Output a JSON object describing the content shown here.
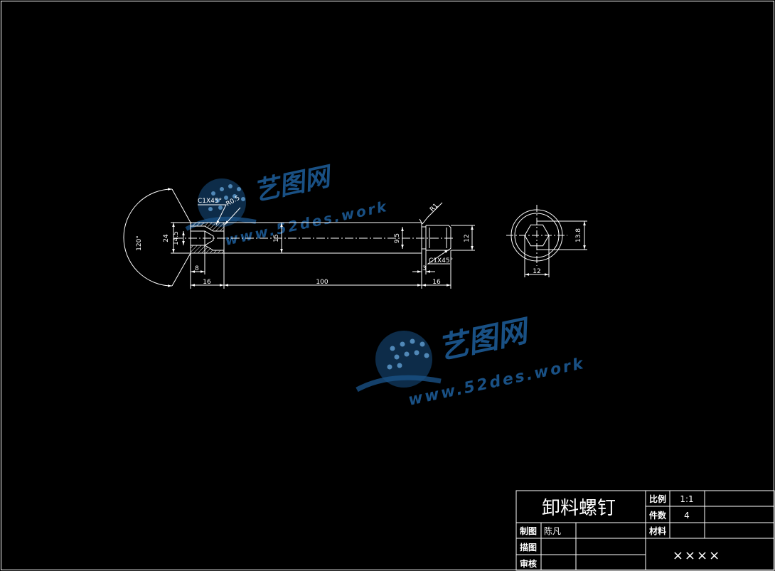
{
  "watermark": {
    "brand": "艺图网",
    "url": "www.52des.work"
  },
  "part_view": {
    "dimensions": {
      "head_angle": "120°",
      "head_dia": "24",
      "counterbore_dia": "14.5",
      "head_chamfer": "C1X45°",
      "fillet_radius": "R0.5",
      "shank_dia": "15",
      "neck_dia": "9.5",
      "thread_dia": "12",
      "end_chamfer": "C1X45°",
      "surface_finish": "R1",
      "neck_length": "3",
      "socket_depth": "8",
      "head_length": "16",
      "shank_length": "100",
      "thread_length": "16"
    }
  },
  "end_view": {
    "dimensions": {
      "across_flats": "12",
      "outer_dia": "13.8"
    }
  },
  "title_block": {
    "part_name": "卸料螺钉",
    "scale_label": "比例",
    "scale_value": "1:1",
    "qty_label": "件数",
    "qty_value": "4",
    "drawn_label": "制图",
    "drawn_by": "陈凡",
    "material_label": "材料",
    "traced_label": "描图",
    "checked_label": "审核",
    "drawing_no": "××××"
  },
  "colors": {
    "background": "#000000",
    "lines": "#ffffff",
    "watermark": "#1e5f9c"
  }
}
